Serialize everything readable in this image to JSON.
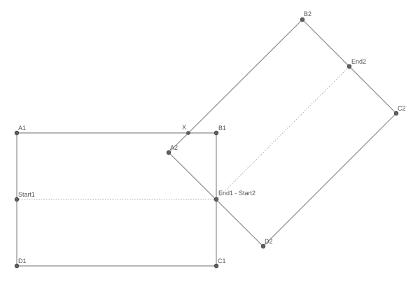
{
  "points": {
    "A1": "A1",
    "B1": "B1",
    "C1": "C1",
    "D1": "D1",
    "Start1": "Start1",
    "End1Start2": "End1 - Start2",
    "A2": "A2",
    "B2": "B2",
    "C2": "C2",
    "D2": "D2",
    "End2": "End2",
    "X": "X"
  },
  "colors": {
    "edge": "#8c8c8c",
    "guide": "#a8a8a8",
    "point": "#616161",
    "label": "#555555"
  }
}
